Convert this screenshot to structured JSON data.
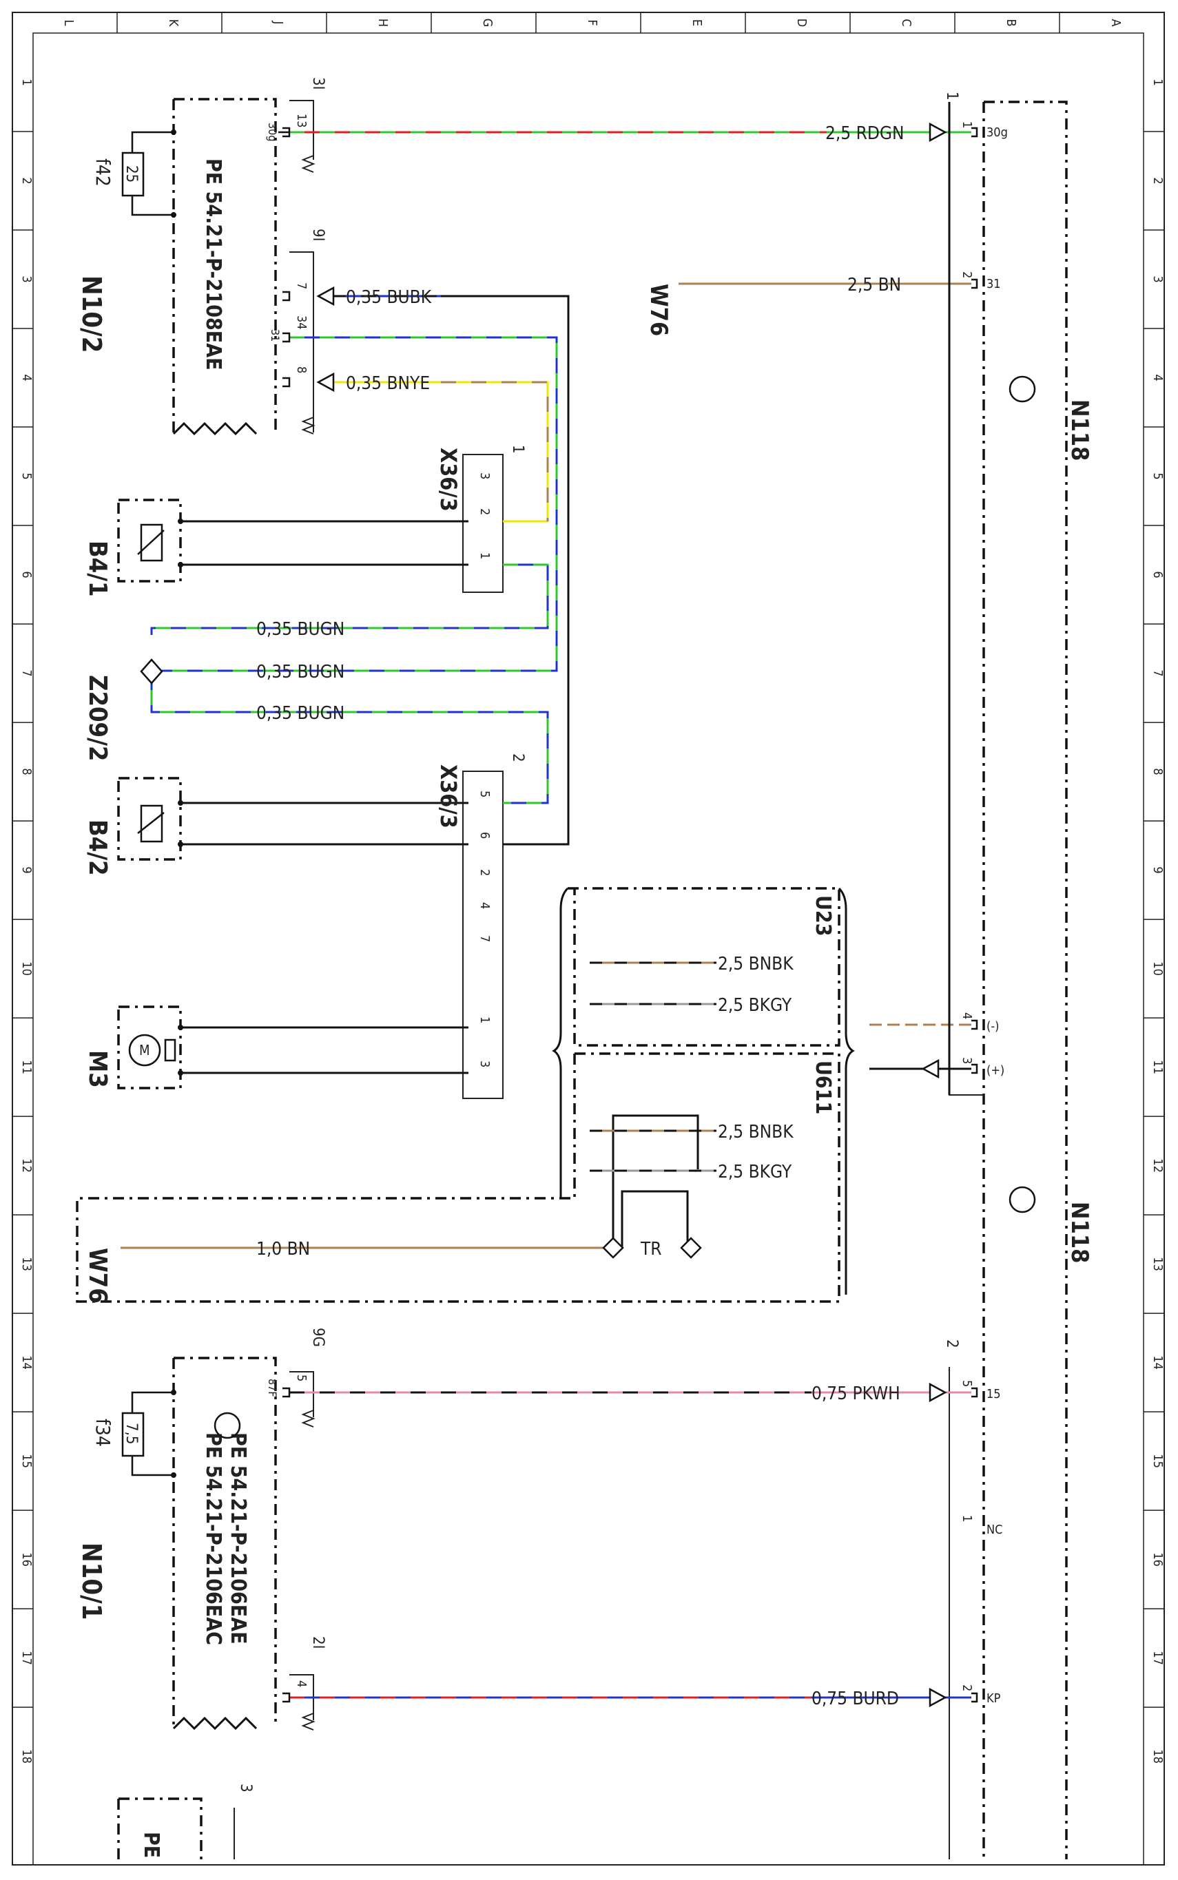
{
  "grid": {
    "columns": [
      "L",
      "K",
      "J",
      "H",
      "G",
      "F",
      "E",
      "D",
      "C",
      "B",
      "A"
    ],
    "rows": [
      "1",
      "2",
      "3",
      "4",
      "5",
      "6",
      "7",
      "8",
      "9",
      "10",
      "11",
      "12",
      "13",
      "14",
      "15",
      "16",
      "17",
      "18"
    ]
  },
  "colors": {
    "RD": "#e02020",
    "GN": "#2ec82e",
    "BN": "#b07f4f",
    "BK": "#111111",
    "BU": "#2233cc",
    "YE": "#f2e600",
    "PK": "#e58aa6",
    "WH": "#ffffff",
    "GY": "#9a9a9a"
  },
  "components": {
    "n10_2": "N10/2",
    "n10_1": "N10/1",
    "n118": "N118",
    "b4_1": "B4/1",
    "b4_2": "B4/2",
    "z209_2": "Z209/2",
    "m3": "M3",
    "w76": "W76",
    "x36_3": "X36/3",
    "u23": "U23",
    "u611": "U611",
    "f42": "f42",
    "f42_val": "25",
    "f34": "f34",
    "f34_val": "7,5",
    "tr": "TR",
    "m_symbol": "M"
  },
  "references": {
    "n10_2": "PE 54.21-P-2108EAE",
    "n10_1_a": "PE 54.21-P-2106EAC",
    "n10_1_b": "PE 54.21-P-2106EAE",
    "bottom": "PE"
  },
  "connectors": {
    "c3I": "3I",
    "c9I": "9I",
    "c9G": "9G",
    "c2I": "2I",
    "c3": "3",
    "n118_1": "1",
    "n118_2": "2",
    "x1": "1",
    "x2": "2"
  },
  "pins": {
    "p13": "13",
    "p30g_left": "30g",
    "p7": "7",
    "p34": "34",
    "p31_left": "31",
    "p8": "8",
    "p30g": "30g",
    "p31": "31",
    "pminus": "(-)",
    "pplus": "(+)",
    "p15": "15",
    "pNC": "NC",
    "pKP": "KP",
    "n1": "1",
    "n2": "2",
    "n4": "4",
    "n3": "3",
    "n5": "5",
    "n1b": "1",
    "n2b": "2",
    "x3": "3",
    "x2": "2",
    "x1": "1",
    "x5": "5",
    "x6": "6",
    "x2b": "2",
    "x4": "4",
    "x7": "7",
    "x1b": "1",
    "x3b": "3",
    "p87F": "87F",
    "p5": "5",
    "p4": "4"
  },
  "wires": {
    "rdgn": "2,5 RDGN",
    "bn_w76": "2,5 BN",
    "bubk": "0,35 BUBK",
    "bnye": "0,35 BNYE",
    "bugn1": "0,35 BUGN",
    "bugn2": "0,35 BUGN",
    "bugn3": "0,35 BUGN",
    "u23_bnbk": "2,5 BNBK",
    "u23_bkgy": "2,5 BKGY",
    "u611_bnbk": "2,5 BNBK",
    "u611_bkgy": "2,5 BKGY",
    "w76_bn": "1,0 BN",
    "pkwh": "0,75 PKWH",
    "burd": "0,75 BURD"
  }
}
